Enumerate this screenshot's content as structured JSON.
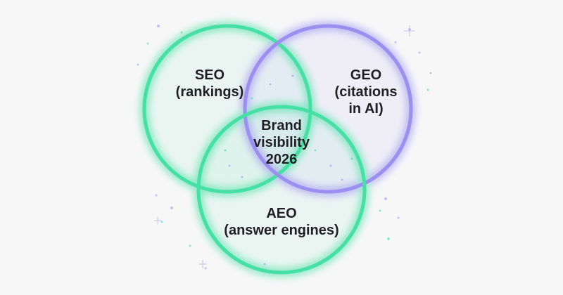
{
  "diagram": {
    "circles": [
      {
        "id": "seo",
        "lines": [
          "SEO",
          "(rankings)"
        ],
        "color": "#46e0a4"
      },
      {
        "id": "geo",
        "lines": [
          "GEO",
          "(citations",
          "in AI)"
        ],
        "color": "#9b8ff0"
      },
      {
        "id": "aeo",
        "lines": [
          "AEO",
          "(answer engines)"
        ],
        "color": "#46e0a4"
      }
    ],
    "center": {
      "lines": [
        "Brand",
        "visibility",
        "2026"
      ]
    }
  },
  "colors": {
    "background": "#f7f7f8",
    "green": "#46e0a4",
    "purple": "#9b8ff0",
    "text": "#1f1f24"
  }
}
